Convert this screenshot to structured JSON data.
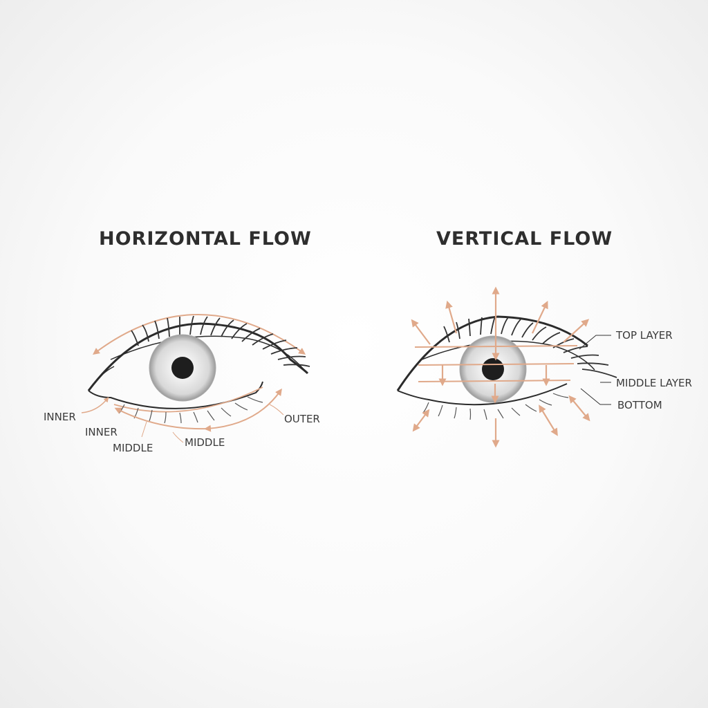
{
  "left_panel": {
    "title": "HORIZONTAL FLOW",
    "labels": {
      "inner_outer": "INNER",
      "inner": "INNER",
      "middle_low": "MIDDLE",
      "middle": "MIDDLE",
      "outer": "OUTER"
    }
  },
  "right_panel": {
    "title": "VERTICAL FLOW",
    "labels": {
      "top": "TOP LAYER",
      "middle": "MIDDLE LAYER",
      "bottom": "BOTTOM"
    }
  },
  "colors": {
    "arrow": "#e0a98a",
    "line": "#2b2b2b",
    "text": "#3a3a3a"
  }
}
